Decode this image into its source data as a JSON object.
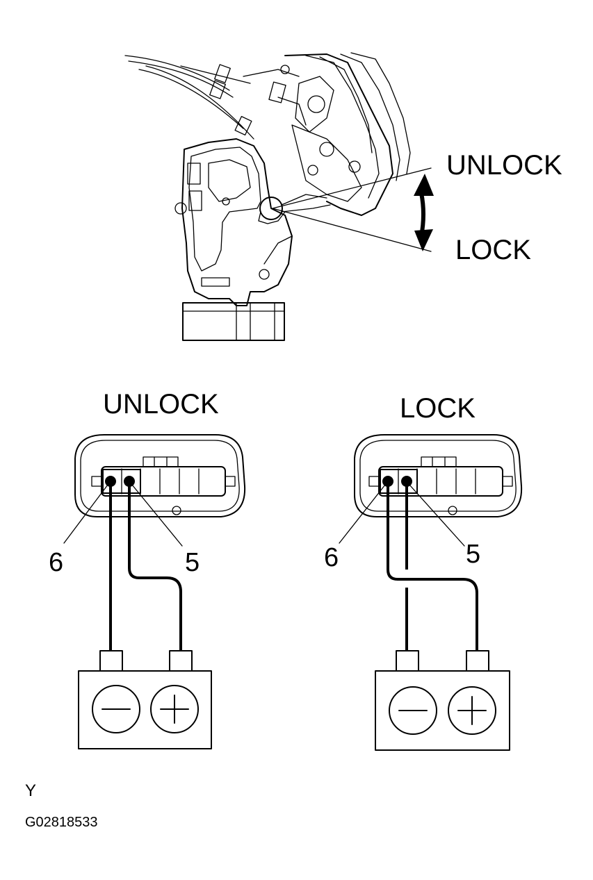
{
  "top_illustration": {
    "label_unlock": "UNLOCK",
    "label_lock": "LOCK"
  },
  "connectors": [
    {
      "heading": "UNLOCK",
      "pin_left": "6",
      "pin_right": "5",
      "battery_minus": "−",
      "battery_plus": "+"
    },
    {
      "heading": "LOCK",
      "pin_left": "6",
      "pin_right": "5",
      "battery_minus": "−",
      "battery_plus": "+"
    }
  ],
  "footer": {
    "letter": "Y",
    "code": "G02818533"
  }
}
